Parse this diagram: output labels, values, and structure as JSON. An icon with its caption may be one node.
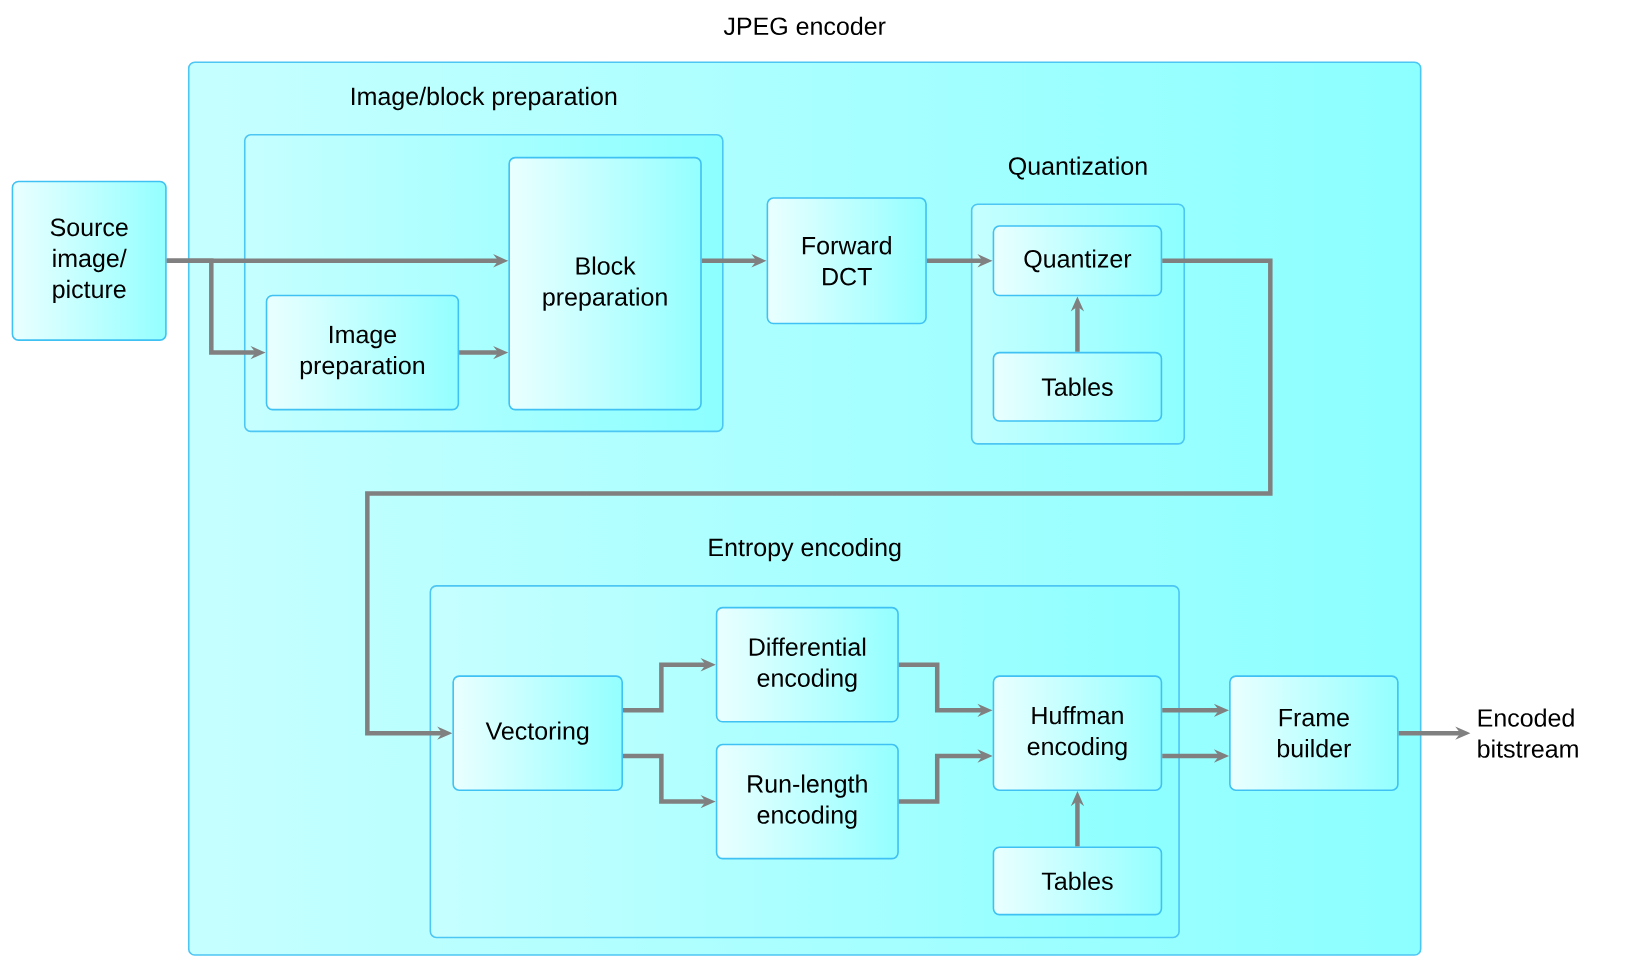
{
  "diagram": {
    "nodes": [
      {
        "text": [
          "JPEG encoder"
        ]
      },
      {
        "text": [
          "Source image/ picture"
        ]
      },
      {
        "text": [
          "Image/block preparation"
        ],
        "in": 0
      },
      {
        "text": [
          "Block preparation"
        ],
        "in": 2
      },
      {
        "text": [
          "Image preparation"
        ],
        "in": 2
      },
      {
        "text": [
          "Forward DCT"
        ],
        "in": 0
      },
      {
        "text": [
          "Quantization"
        ],
        "in": 0
      },
      {
        "text": [
          "Quantizer"
        ],
        "in": 6
      },
      {
        "text": [
          "Tables"
        ],
        "in": 6
      },
      {
        "text": [
          "Entropy encoding"
        ],
        "in": 0
      },
      {
        "text": [
          "Vectoring"
        ],
        "in": 9
      },
      {
        "text": [
          "Differential encoding"
        ],
        "in": 9
      },
      {
        "text": [
          "Run-length encoding"
        ],
        "in": 9
      },
      {
        "text": [
          "Huffman encoding"
        ],
        "in": 9
      },
      {
        "text": [
          "Tables"
        ],
        "in": 9
      },
      {
        "text": [
          "Frame builder"
        ],
        "in": 0
      },
      {
        "text": [
          "Encoded bitstream"
        ]
      }
    ],
    "edges": [
      {
        "from": 1,
        "to": 3,
        "arrow": "to"
      },
      {
        "from": 1,
        "to": 4,
        "arrow": "to"
      },
      {
        "from": 4,
        "to": 3,
        "arrow": "to"
      },
      {
        "from": 3,
        "to": 5,
        "arrow": "to"
      },
      {
        "from": 5,
        "to": 7,
        "arrow": "to"
      },
      {
        "from": 8,
        "to": 7,
        "arrow": "to"
      },
      {
        "from": 7,
        "to": 10,
        "arrow": "to"
      },
      {
        "from": 10,
        "to": 11,
        "arrow": "to"
      },
      {
        "from": 10,
        "to": 12,
        "arrow": "to"
      },
      {
        "from": 11,
        "to": 13,
        "arrow": "to"
      },
      {
        "from": 12,
        "to": 13,
        "arrow": "to"
      },
      {
        "from": 14,
        "to": 13,
        "arrow": "to"
      },
      {
        "from": 13,
        "to": 15,
        "arrow": "to"
      },
      {
        "from": 13,
        "to": 15,
        "arrow": "to"
      },
      {
        "from": 15,
        "to": 16,
        "arrow": "to"
      }
    ]
  }
}
